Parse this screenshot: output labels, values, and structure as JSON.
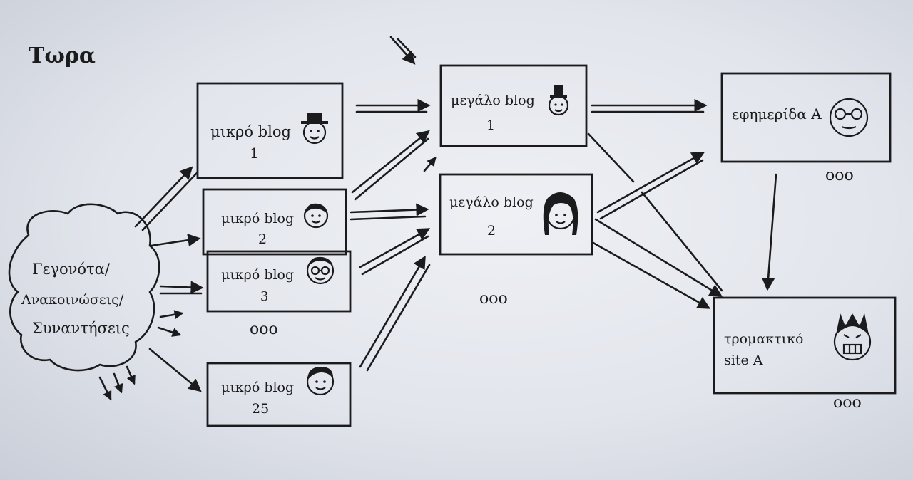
{
  "title": "Τωρα",
  "source": {
    "lines": [
      "Γεγονότα/",
      "Ανακοινώσεις/",
      "Συναντήσεις"
    ]
  },
  "small_blogs": [
    {
      "label": "μικρό blog",
      "number": "1"
    },
    {
      "label": "μικρό blog",
      "number": "2"
    },
    {
      "label": "μικρό blog",
      "number": "3"
    },
    {
      "label": "μικρό blog",
      "number": "25"
    }
  ],
  "big_blogs": [
    {
      "label": "μεγάλο blog",
      "number": "1"
    },
    {
      "label": "μεγάλο blog",
      "number": "2"
    }
  ],
  "newspaper": {
    "label": "εφημερίδα A"
  },
  "scary_site": {
    "line1": "τρομακτικό",
    "line2": "site A"
  },
  "ellipsis": "ooo",
  "icons": {
    "small_blog_1": "top-hat-face",
    "small_blog_2": "smiling-face",
    "small_blog_3": "glasses-face",
    "small_blog_25": "hair-face",
    "big_blog_1": "tall-hat-face",
    "big_blog_2": "long-hair-face",
    "newspaper": "glasses-face",
    "scary_site": "horned-face"
  }
}
